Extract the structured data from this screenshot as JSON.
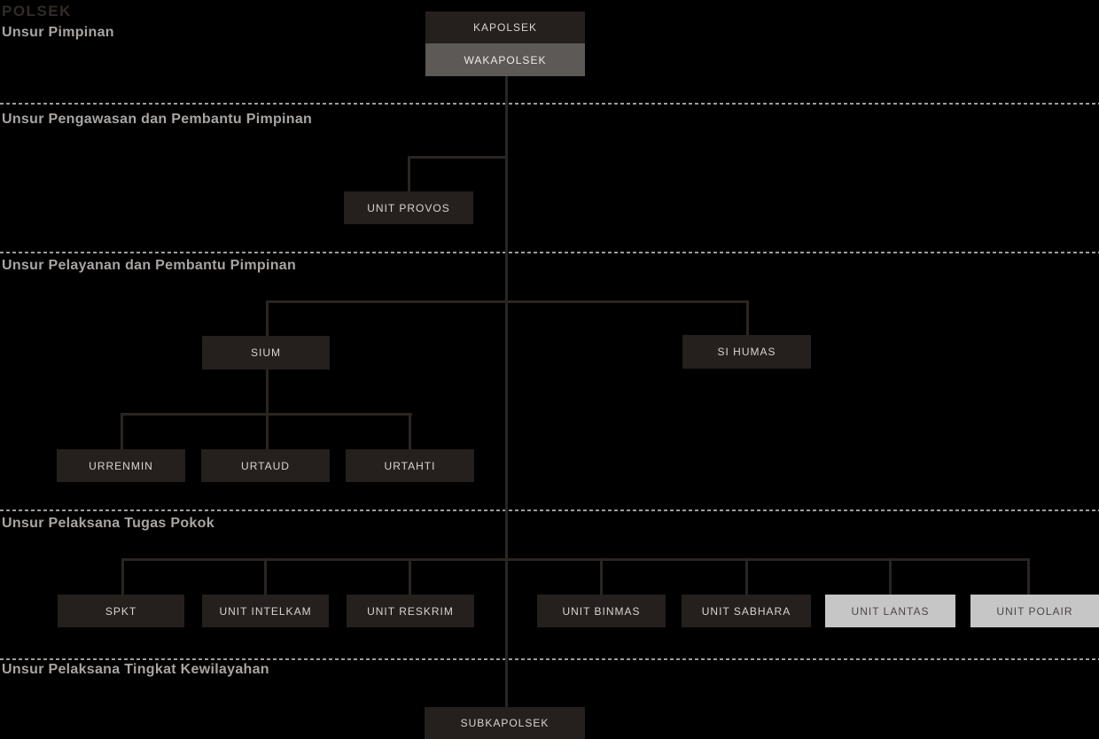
{
  "title": "POLSEK",
  "colors": {
    "background": "#000000",
    "node_dark": "#251f1e",
    "node_gray": "#5d5956",
    "node_light": "#c7c6c6",
    "node_text_light": "#d8d5d3",
    "node_text_dark": "#4a4645",
    "connector_line": "#2b2522",
    "divider_dash": "#9c9c9c",
    "section_label": "#a8a5a3",
    "title_text": "#322b27"
  },
  "sections": [
    {
      "label": "Unsur Pimpinan",
      "nodes": [
        {
          "id": "kapolsek",
          "label": "KAPOLSEK",
          "style": "dark"
        },
        {
          "id": "wakapolsek",
          "label": "WAKAPOLSEK",
          "style": "gray"
        }
      ]
    },
    {
      "label": "Unsur Pengawasan dan Pembantu Pimpinan",
      "nodes": [
        {
          "id": "unit-provos",
          "label": "UNIT PROVOS",
          "style": "dark"
        }
      ]
    },
    {
      "label": "Unsur Pelayanan dan Pembantu Pimpinan",
      "nodes": [
        {
          "id": "sium",
          "label": "SIUM",
          "style": "dark"
        },
        {
          "id": "si-humas",
          "label": "SI HUMAS",
          "style": "dark"
        },
        {
          "id": "urrenmin",
          "label": "URRENMIN",
          "style": "dark"
        },
        {
          "id": "urtaud",
          "label": "URTAUD",
          "style": "dark"
        },
        {
          "id": "urtahti",
          "label": "URTAHTI",
          "style": "dark"
        }
      ]
    },
    {
      "label": "Unsur Pelaksana Tugas Pokok",
      "nodes": [
        {
          "id": "spkt",
          "label": "SPKT",
          "style": "dark"
        },
        {
          "id": "unit-intelkam",
          "label": "UNIT INTELKAM",
          "style": "dark"
        },
        {
          "id": "unit-reskrim",
          "label": "UNIT RESKRIM",
          "style": "dark"
        },
        {
          "id": "unit-binmas",
          "label": "UNIT BINMAS",
          "style": "dark"
        },
        {
          "id": "unit-sabhara",
          "label": "UNIT SABHARA",
          "style": "dark"
        },
        {
          "id": "unit-lantas",
          "label": "UNIT LANTAS",
          "style": "light"
        },
        {
          "id": "unit-polair",
          "label": "UNIT POLAIR",
          "style": "light"
        }
      ]
    },
    {
      "label": "Unsur Pelaksana Tingkat Kewilayahan",
      "nodes": [
        {
          "id": "subkapolsek",
          "label": "SUBKAPOLSEK",
          "style": "dark"
        }
      ]
    }
  ],
  "hierarchy": {
    "KAPOLSEK": [
      "WAKAPOLSEK"
    ],
    "WAKAPOLSEK": [
      "UNIT PROVOS",
      "SIUM",
      "SI HUMAS",
      "SPKT",
      "UNIT INTELKAM",
      "UNIT RESKRIM",
      "UNIT BINMAS",
      "UNIT SABHARA",
      "UNIT LANTAS",
      "UNIT POLAIR",
      "SUBKAPOLSEK"
    ],
    "SIUM": [
      "URRENMIN",
      "URTAUD",
      "URTAHTI"
    ]
  }
}
